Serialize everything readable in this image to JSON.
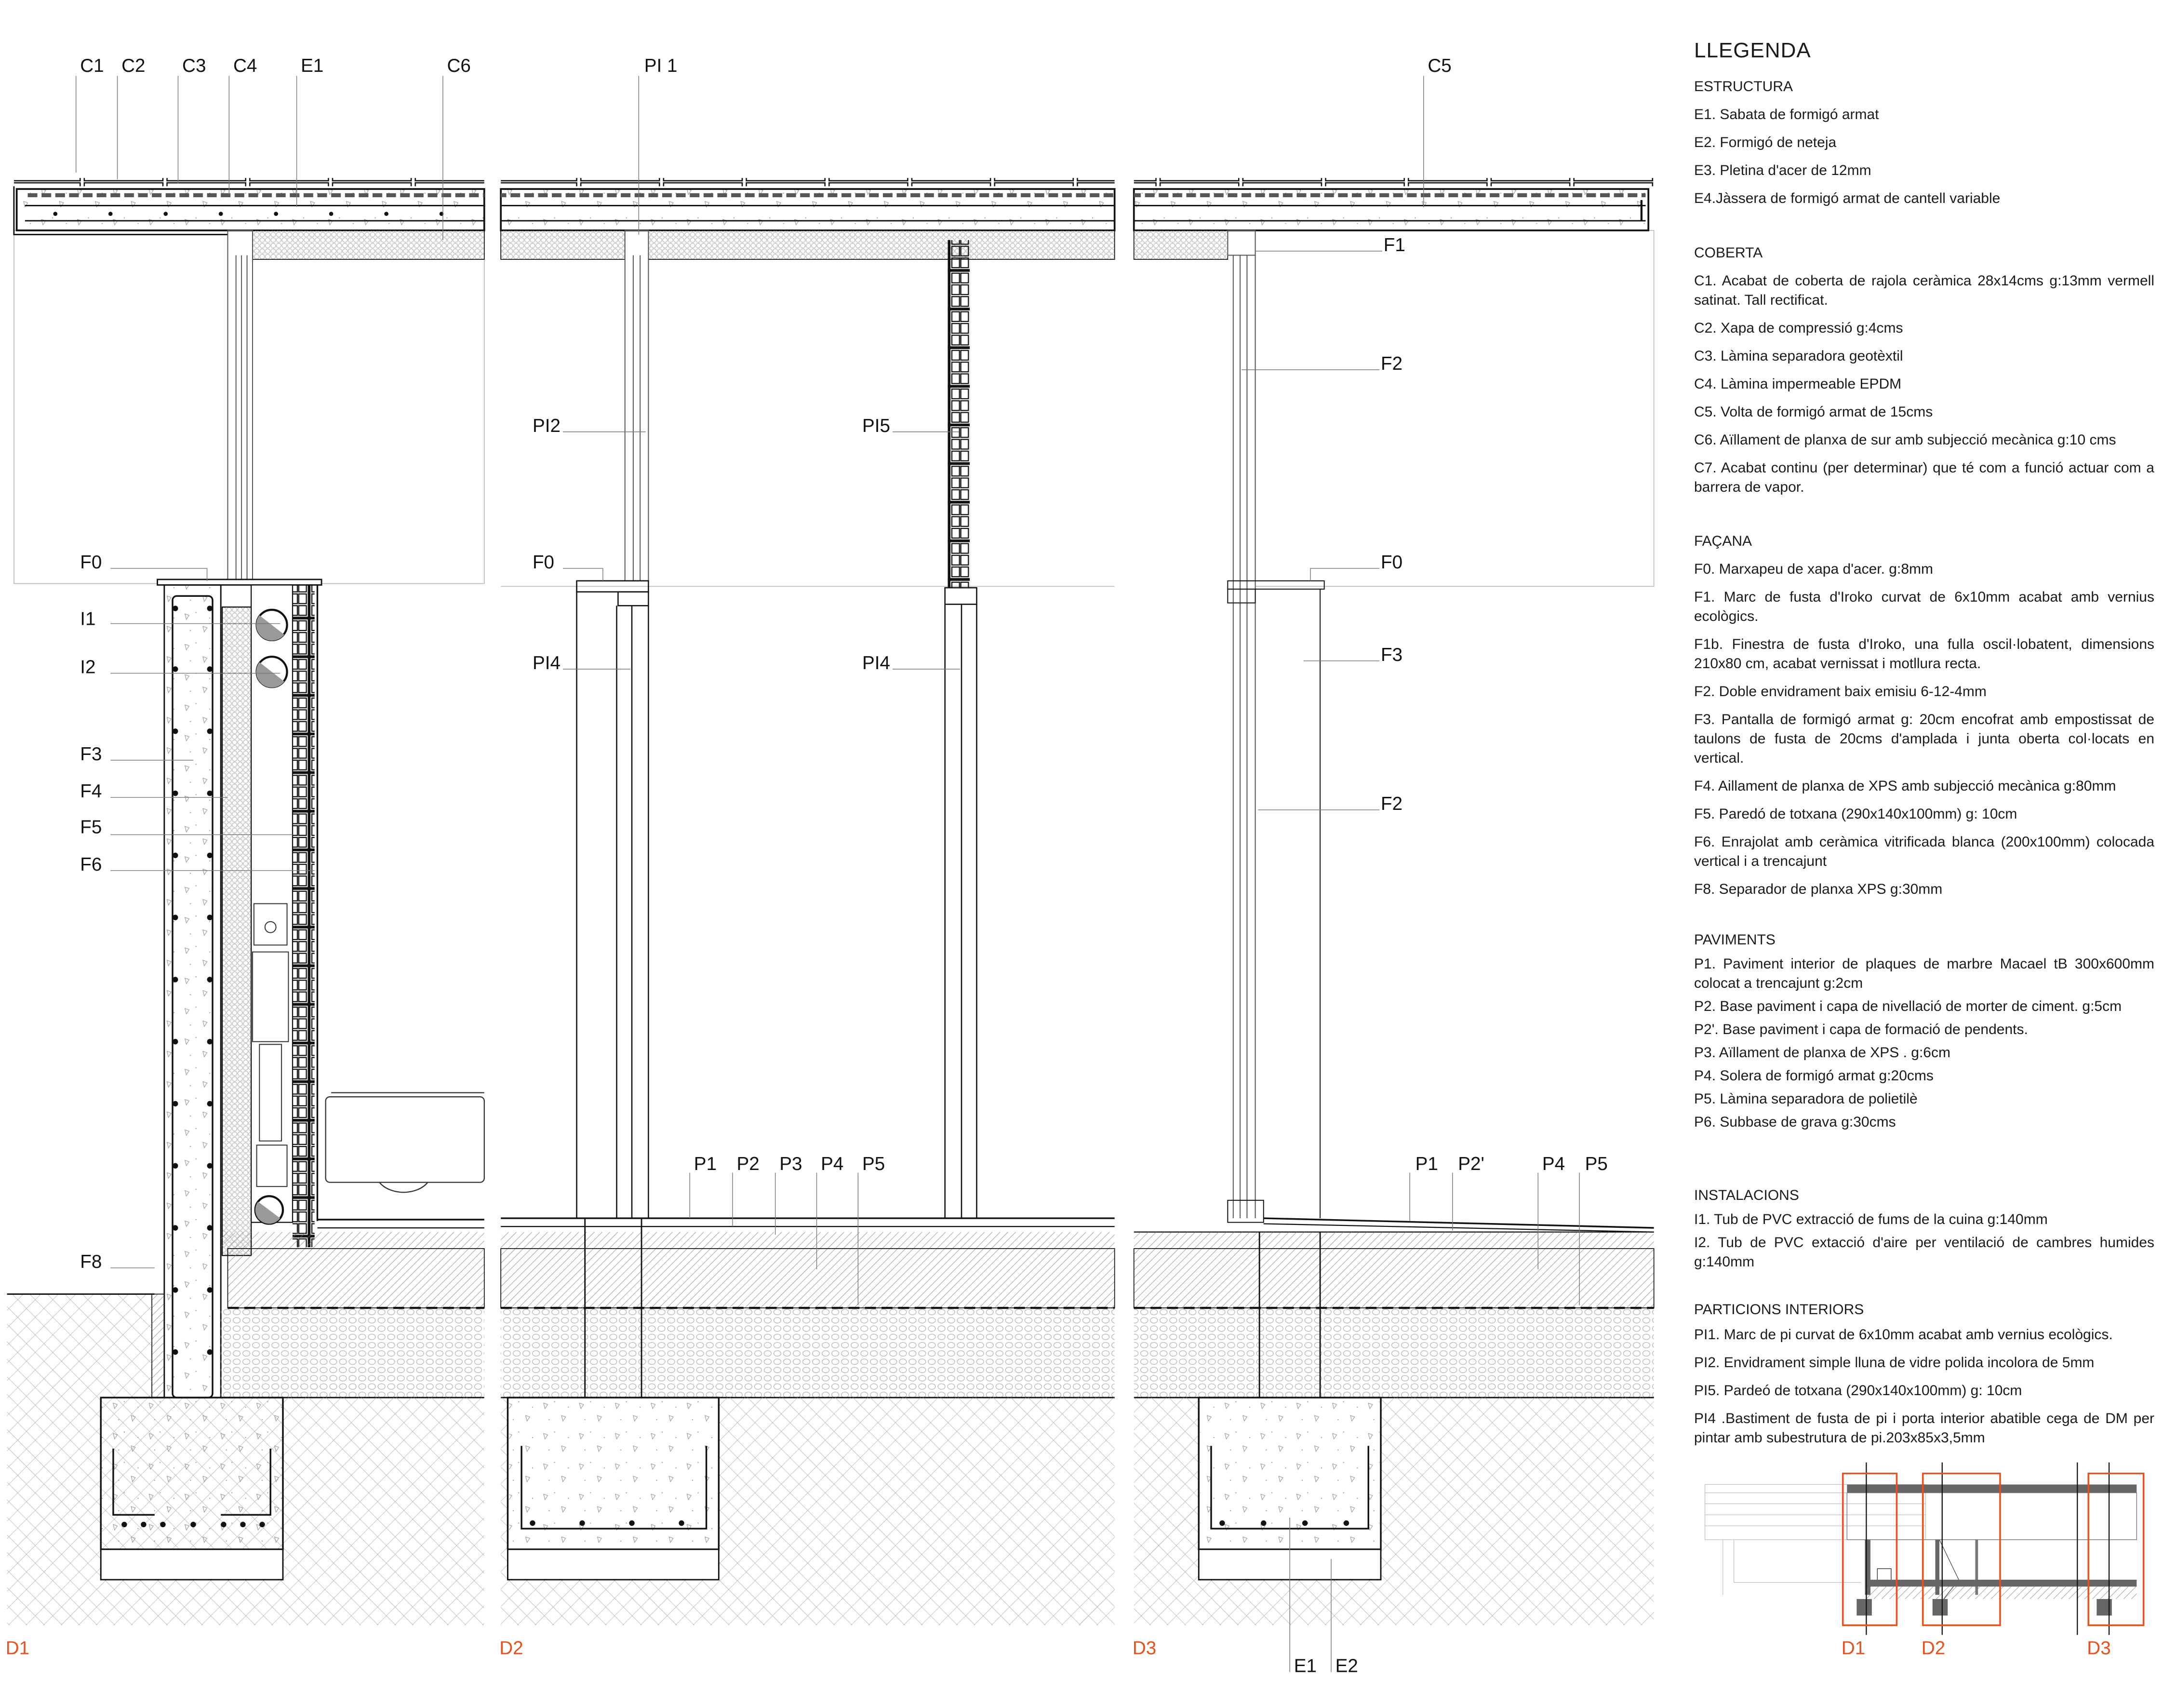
{
  "drawing": {
    "section1_labels": {
      "c1": "C1",
      "c2": "C2",
      "c3": "C3",
      "c4": "C4",
      "e1": "E1",
      "c6": "C6",
      "f0": "F0",
      "i1": "I1",
      "i2": "I2",
      "f3": "F3",
      "f4": "F4",
      "f5": "F5",
      "f6": "F6",
      "f8": "F8"
    },
    "section2_labels": {
      "pi1": "PI 1",
      "pi2": "PI2",
      "pi5": "PI5",
      "f0": "F0",
      "pi4a": "PI4",
      "pi4b": "PI4",
      "p1": "P1",
      "p2": "P2",
      "p3": "P3",
      "p4": "P4",
      "p5": "P5"
    },
    "section3_labels": {
      "c5": "C5",
      "f1": "F1",
      "f2a": "F2",
      "f0": "F0",
      "f3": "F3",
      "f2b": "F2",
      "p1": "P1",
      "p2b": "P2'",
      "p4": "P4",
      "p5": "P5",
      "e1": "E1",
      "e2": "E2"
    },
    "detail_ids": {
      "d1": "D1",
      "d2": "D2",
      "d3": "D3"
    },
    "key_plan_labels": {
      "d1": "D1",
      "d2": "D2",
      "d3": "D3"
    },
    "accent_color": "#e8501e"
  },
  "legend": {
    "title": "LLEGENDA",
    "sections": [
      {
        "heading": "ESTRUCTURA",
        "items": [
          "E1. Sabata de formigó armat",
          "E2. Formigó de neteja",
          "E3. Pletina d'acer de 12mm",
          "E4.Jàssera de formigó armat de cantell variable"
        ]
      },
      {
        "heading": "COBERTA",
        "items": [
          "C1. Acabat de coberta de rajola ceràmica 28x14cms g:13mm vermell satinat. Tall rectificat.",
          "C2. Xapa de compressió  g:4cms",
          "C3. Làmina separadora geotèxtil",
          "C4. Làmina impermeable EPDM",
          "C5. Volta de formigó armat de 15cms",
          "C6. Aïllament de planxa de sur amb subjecció mecànica g:10 cms",
          "C7. Acabat continu (per determinar) que té com a funció actuar com a barrera de vapor."
        ]
      },
      {
        "heading": "FAÇANA",
        "items": [
          "F0. Marxapeu de xapa d'acer. g:8mm",
          "F1. Marc de fusta d'Iroko curvat de 6x10mm acabat amb vernius ecològics.",
          "F1b. Finestra de fusta d'Iroko, una fulla oscil·lobatent, dimensions 210x80 cm, acabat vernissat i motllura recta.",
          "F2. Doble envidrament baix emisiu 6-12-4mm",
          "F3. Pantalla de formigó armat g: 20cm encofrat amb empostissat de taulons de fusta de 20cms d'amplada i junta oberta col·locats en vertical.",
          "F4. Aillament de planxa de XPS amb subjecció mecànica  g:80mm",
          "F5. Paredó de totxana (290x140x100mm) g: 10cm",
          "F6. Enrajolat amb ceràmica vitrificada blanca (200x100mm) colocada vertical i a trencajunt",
          "F8. Separador de planxa XPS g:30mm"
        ]
      },
      {
        "heading": "PAVIMENTS",
        "items": [
          "P1. Paviment interior de plaques de marbre Macael tB 300x600mm colocat a trencajunt  g:2cm",
          "P2. Base paviment i capa de nivellació de morter de ciment. g:5cm",
          "P2'. Base paviment i capa de formació de pendents.",
          "P3. Aïllament de planxa de XPS . g:6cm",
          "P4. Solera de formigó armat g:20cms",
          "P5. Làmina separadora de polietilè",
          "P6. Subbase de grava g:30cms"
        ]
      },
      {
        "heading": "INSTALACIONS",
        "items": [
          "I1. Tub de PVC extracció de fums de la cuina g:140mm",
          "I2. Tub de PVC extacció d'aire per ventilació de cambres humides g:140mm"
        ]
      },
      {
        "heading": "PARTICIONS INTERIORS",
        "items": [
          "PI1. Marc de pi curvat de 6x10mm acabat amb vernius ecològics.",
          "PI2. Envidrament simple lluna de vidre polida incolora de 5mm",
          "PI5. Pardeó de totxana (290x140x100mm) g: 10cm",
          "PI4 .Bastiment de fusta de pi i porta interior abatible cega  de DM per pintar amb subestrutura de pi.203x85x3,5mm"
        ]
      }
    ]
  }
}
